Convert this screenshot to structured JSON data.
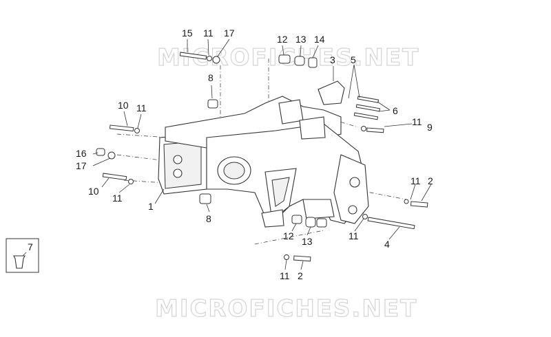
{
  "watermark": {
    "text": "MICROFICHES.NET"
  },
  "callouts": {
    "c15_top": "15",
    "c11_top": "11",
    "c17_top": "17",
    "c12_top": "12",
    "c13_top": "13",
    "c14_top": "14",
    "c3": "3",
    "c5": "5",
    "c6": "6",
    "c8_top": "8",
    "c10_left": "10",
    "c11_left": "11",
    "c11_right": "11",
    "c9": "9",
    "c16": "16",
    "c17_left": "17",
    "c10_low": "10",
    "c11_low": "11",
    "c1": "1",
    "c8_low": "8",
    "c11_mr": "11",
    "c2_mr": "2",
    "c12_low": "12",
    "c13_low": "13",
    "c11_br": "11",
    "c4": "4",
    "c11_bottom": "11",
    "c2_bottom": "2",
    "c7": "7"
  }
}
